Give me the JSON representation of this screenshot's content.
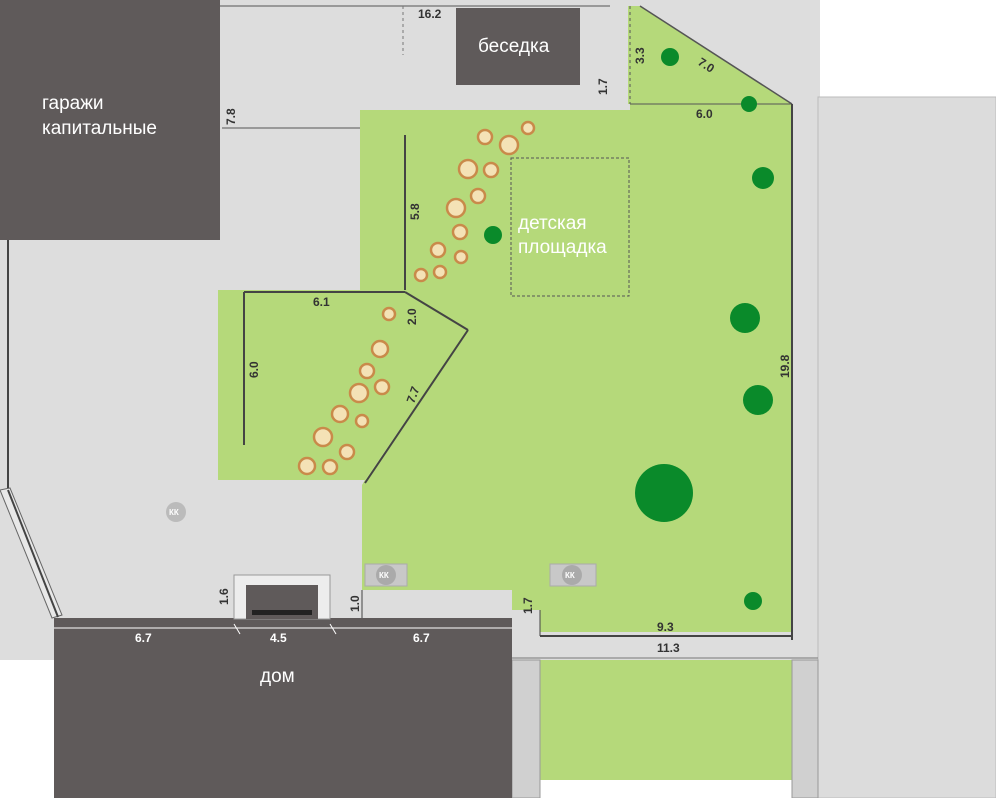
{
  "labels": {
    "garages_line1": "гаражи",
    "garages_line2": "капитальные",
    "gazebo": "беседка",
    "playground_line1": "детская",
    "playground_line2": "площадка",
    "house": "дом",
    "manhole": "КК"
  },
  "dimensions": {
    "top_width": "16.2",
    "left_height": "7.8",
    "gazebo_offset": "1.7",
    "corner_height": "3.3",
    "corner_diag": "7.0",
    "corner_width": "6.0",
    "inner_height": "5.8",
    "bed_width": "6.1",
    "bed_small": "2.0",
    "bed_height": "6.0",
    "bed_diag": "7.7",
    "right_height": "19.8",
    "bottom_inner": "9.3",
    "bottom_outer": "11.3",
    "house_left": "6.7",
    "house_mid": "4.5",
    "house_right": "6.7",
    "porch_height": "1.6",
    "house_gap": "1.0",
    "bottom_step": "1.7"
  },
  "colors": {
    "lawn": "#b5d97a",
    "paving": "#dddddd",
    "building": "#5f5a5a",
    "tree": "#0a8a2a",
    "shrub_ring": "#c98a4a",
    "shrub_fill": "#f4e2b6",
    "road": "#dcdcdc"
  }
}
